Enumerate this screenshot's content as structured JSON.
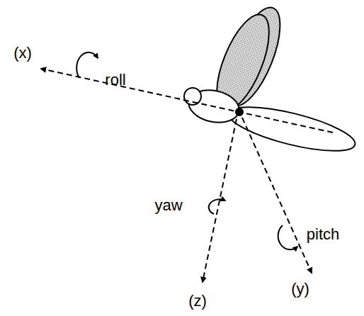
{
  "diagram": {
    "labels": [
      "(x)",
      "roll",
      "yaw",
      "pitch",
      "(z)",
      "(y)"
    ]
  }
}
